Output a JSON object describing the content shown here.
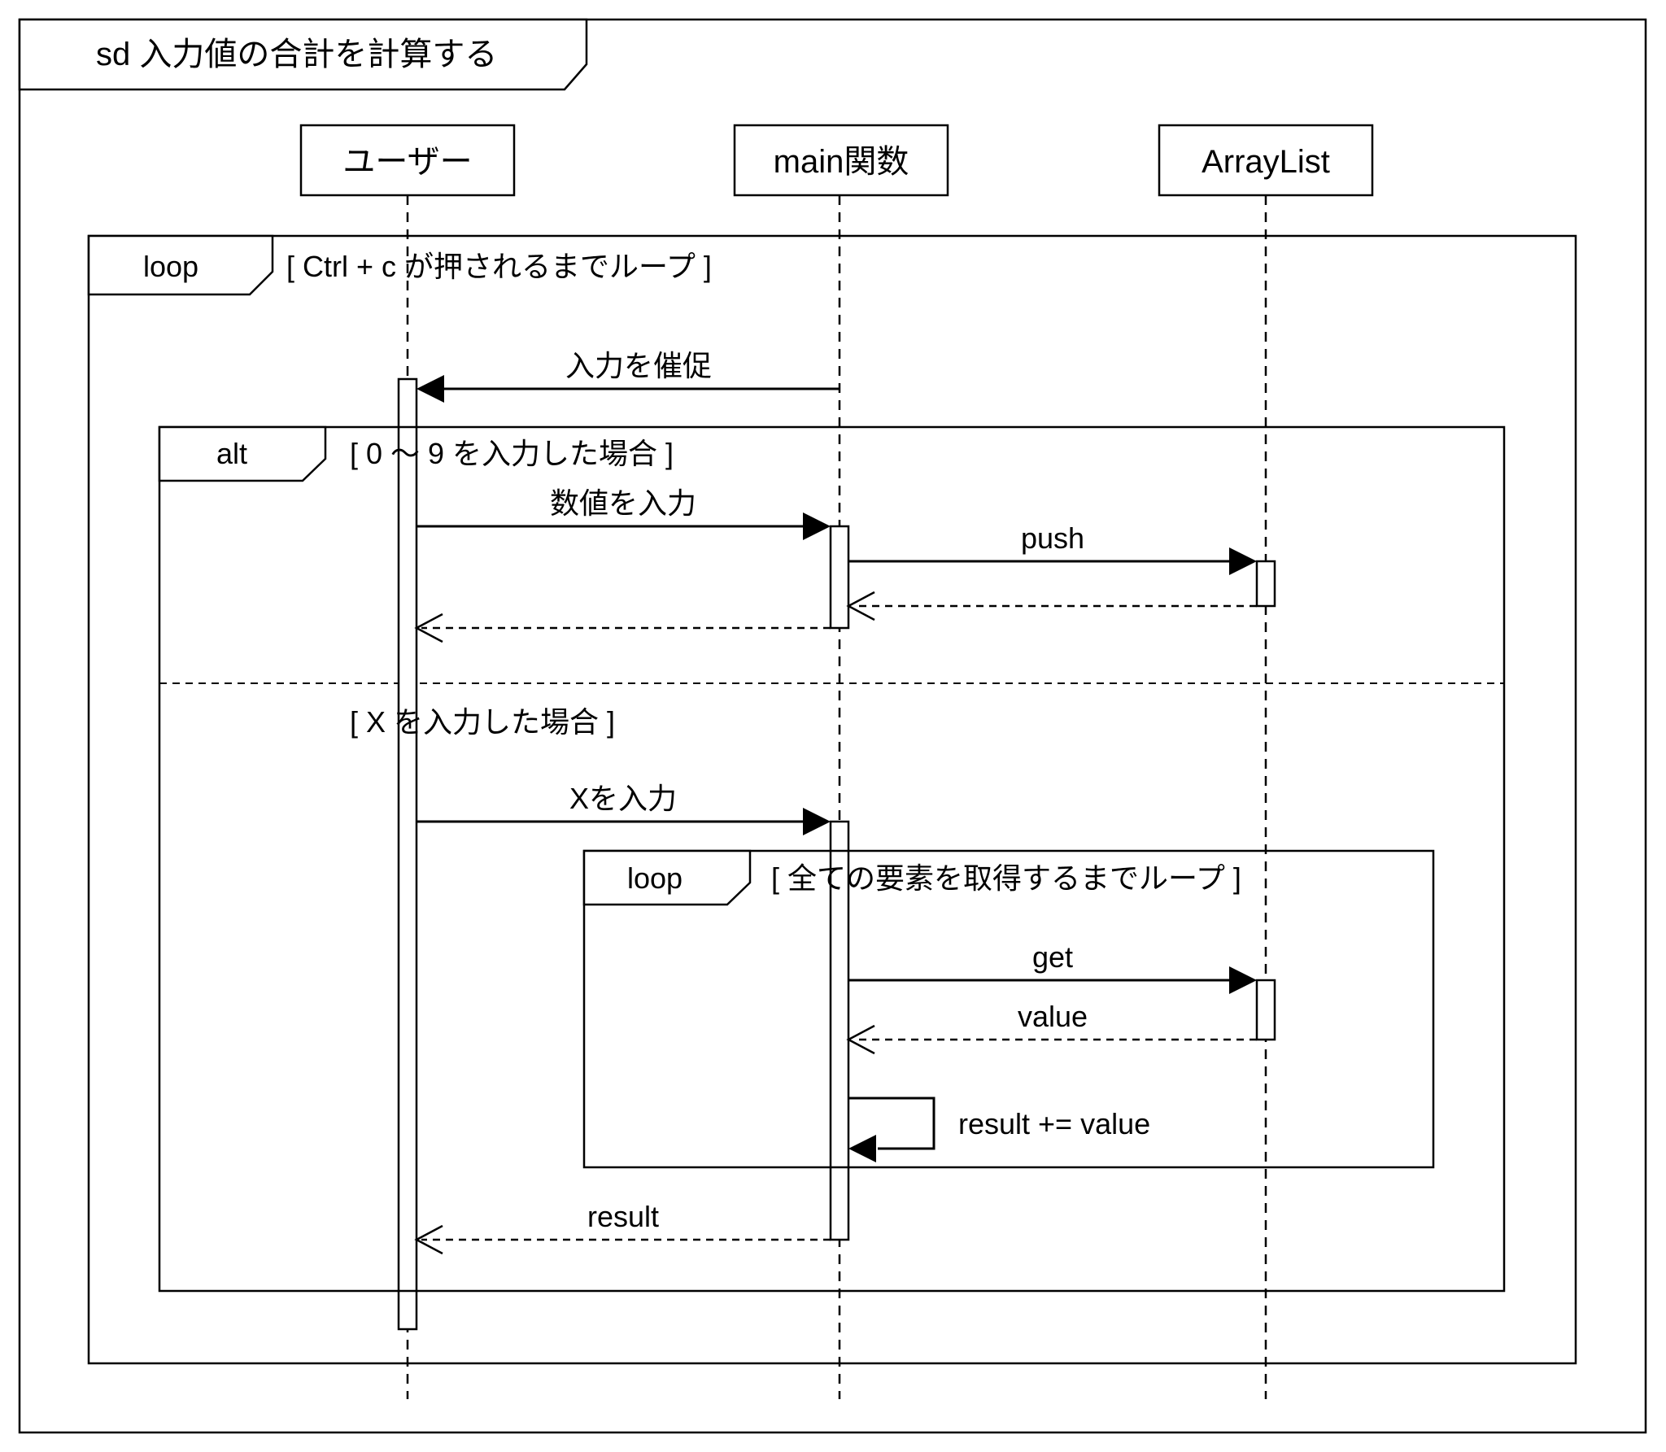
{
  "diagram": {
    "kind": "uml-sequence-diagram",
    "title": "sd 入力値の合計を計算する",
    "colors": {
      "stroke": "#000000",
      "background": "#ffffff"
    },
    "lifelines": [
      {
        "id": "user",
        "label": "ユーザー"
      },
      {
        "id": "main",
        "label": "main関数"
      },
      {
        "id": "arraylist",
        "label": "ArrayList"
      }
    ],
    "frames": {
      "outer_loop": {
        "operator": "loop",
        "guard": "[ Ctrl + c が押されるまでループ ]"
      },
      "alt": {
        "operator": "alt",
        "guard_digit": "[ 0 ～ 9 を入力した場合 ]",
        "guard_x": "[ X を入力した場合 ]"
      },
      "inner_loop": {
        "operator": "loop",
        "guard": "[ 全ての要素を取得するまでループ ]"
      }
    },
    "messages": {
      "prompt_input": "入力を催促",
      "enter_number": "数値を入力",
      "push": "push",
      "enter_x": "Xを入力",
      "get": "get",
      "value_return": "value",
      "accumulate": "result += value",
      "result_return": "result"
    }
  }
}
